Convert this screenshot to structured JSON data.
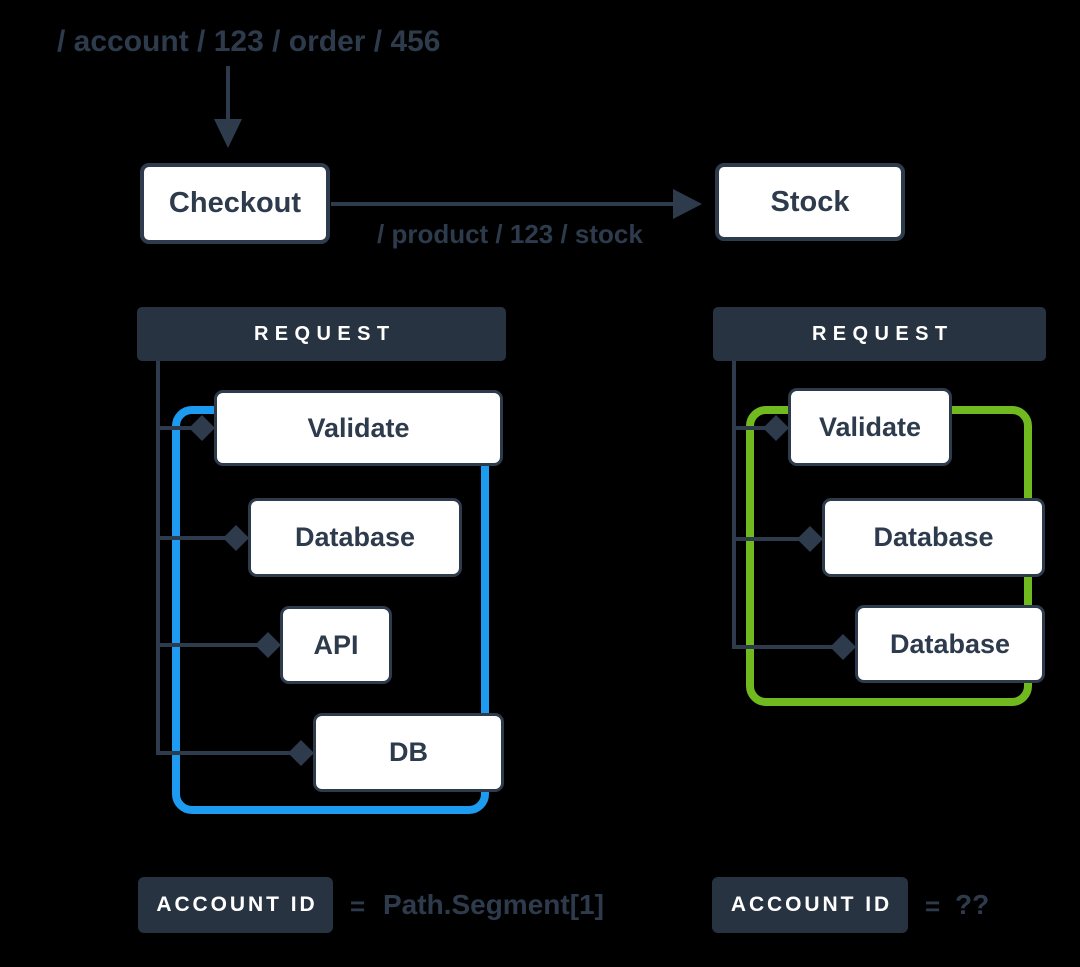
{
  "colors": {
    "bg": "#000000",
    "navy": "#2d3b4c",
    "panel": "#273341",
    "white": "#ffffff",
    "blue": "#1d9bf0",
    "green": "#70ba1f"
  },
  "top": {
    "incoming_path": "/ account / 123 / order / 456",
    "checkout_label": "Checkout",
    "request_path": "/ product / 123 / stock",
    "stock_label": "Stock"
  },
  "left_trace": {
    "header": "REQUEST",
    "spans": [
      "Validate",
      "Database",
      "API",
      "DB"
    ],
    "highlight_color": "#1d9bf0",
    "footer": {
      "badge": "ACCOUNT ID",
      "equals": "=",
      "value": "Path.Segment[1]"
    }
  },
  "right_trace": {
    "header": "REQUEST",
    "spans": [
      "Validate",
      "Database",
      "Database"
    ],
    "highlight_color": "#70ba1f",
    "footer": {
      "badge": "ACCOUNT ID",
      "equals": "=",
      "value": "??"
    }
  },
  "icons": {
    "down-arrow-icon": "filled triangle arrowhead pointing down",
    "right-arrow-icon": "filled triangle arrowhead pointing right",
    "diamond-connector-icon": "filled rotated-square diamond span connector"
  }
}
